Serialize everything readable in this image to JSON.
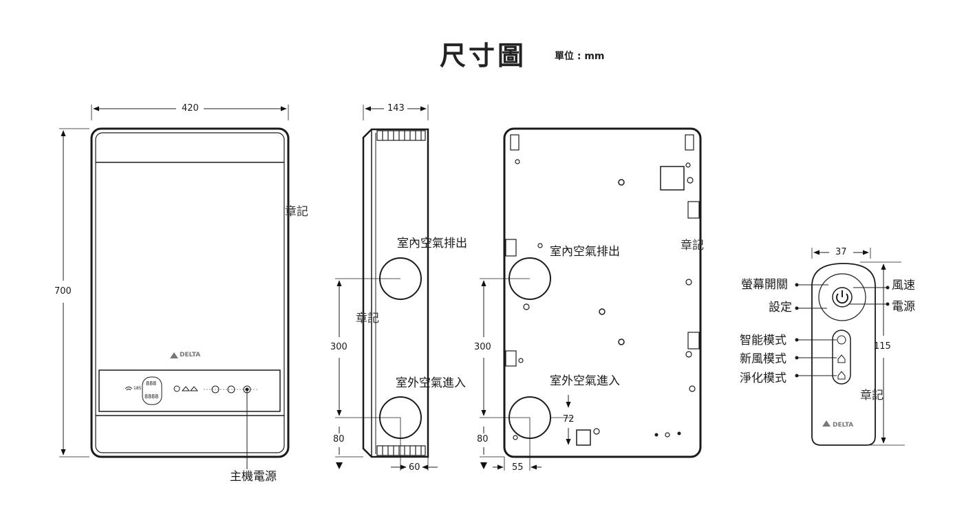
{
  "header": {
    "title": "尺寸圖",
    "unit": "單位 : mm"
  },
  "front": {
    "width": "420",
    "height": "700",
    "power_label": "主機電源",
    "brand": "DELTA",
    "disp_top": "888",
    "disp_bottom": "8888",
    "disp_small": "185"
  },
  "side": {
    "depth": "143",
    "label_out": "室內空氣排出",
    "label_in": "室外空氣進入",
    "h300": "300",
    "h80": "80",
    "w60": "60"
  },
  "back": {
    "label_out": "室內空氣排出",
    "label_in": "室外空氣進入",
    "h300": "300",
    "h80": "80",
    "w55": "55",
    "d72": "72"
  },
  "remote": {
    "width": "37",
    "height": "115",
    "screen_switch": "螢幕開關",
    "fan_speed": "風速",
    "settings": "設定",
    "power": "電源",
    "smart_mode": "智能模式",
    "fresh_mode": "新風模式",
    "purify_mode": "淨化模式",
    "brand": "DELTA"
  },
  "watermarks": [
    "章記",
    "章記",
    "章記",
    "章記"
  ]
}
